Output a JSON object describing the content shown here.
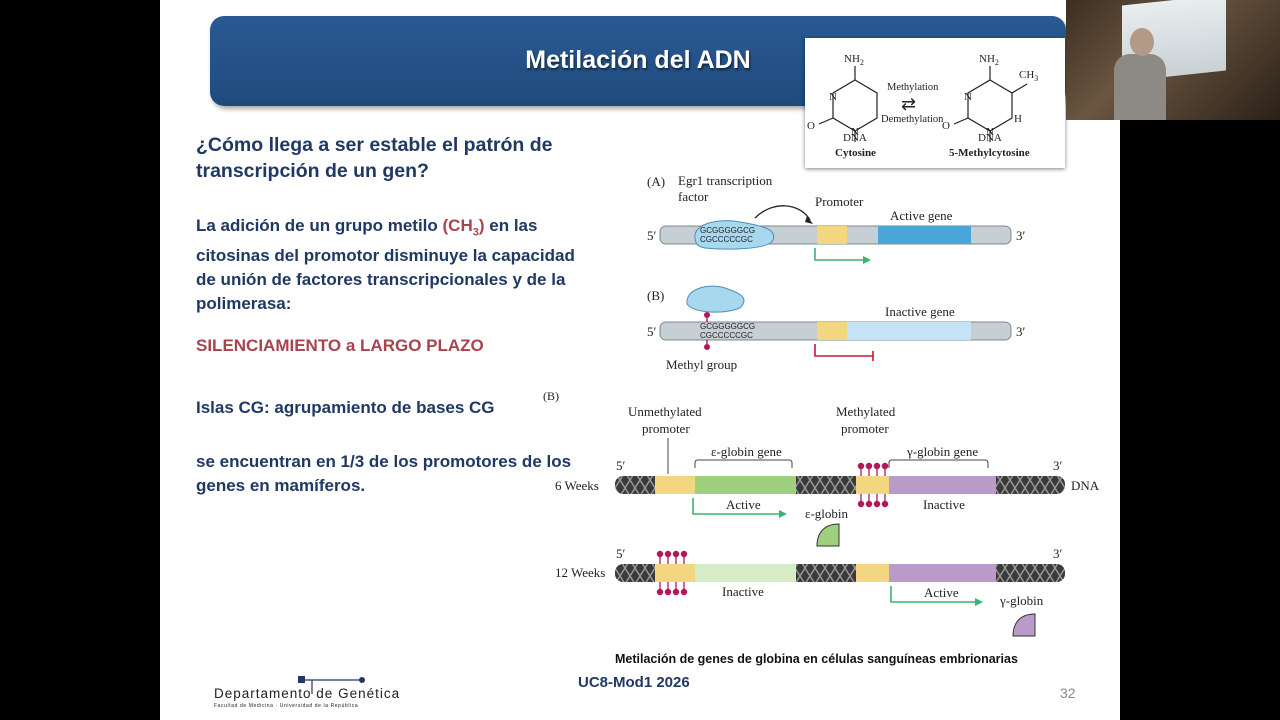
{
  "slide": {
    "title": "Metilación del ADN",
    "question": "¿Cómo llega a ser estable el patrón de transcripción de un gen?",
    "addition_pre": "La adición de un grupo metilo ",
    "ch3": "(CH",
    "ch3_sub": "3",
    "ch3_close": ")",
    "addition_post": " en las citosinas del promotor disminuye la capacidad de unión de factores transcripcionales y de la polimerasa:",
    "silencing": "SILENCIAMIENTO a LARGO PLAZO",
    "islands": "Islas CG: agrupamiento de bases CG",
    "islands_mark": "(B)",
    "found": "se encuentran en 1/3 de los promotores de los genes en mamíferos.",
    "caption": "Metilación de genes de globina en células sanguíneas embrionarias",
    "course": "UC8-Mod1 2026",
    "page_number": "32",
    "department": "Departamento de Genética",
    "department_sub": "Facultad de Medicina · Universidad de la República"
  },
  "chem": {
    "nh2": "NH",
    "nh2_sub": "2",
    "ch3": "CH",
    "ch3_sub": "3",
    "n": "N",
    "o": "O",
    "h": "H",
    "dna": "DNA",
    "methylation": "Methylation",
    "demethylation": "Demethylation",
    "arrows": "⇄",
    "cytosine": "Cytosine",
    "methylcytosine": "5-Methylcytosine"
  },
  "fig_a": {
    "label": "(A)",
    "egr1_line1": "Egr1 transcription",
    "egr1_line2": "factor",
    "promoter": "Promoter",
    "active_gene": "Active gene",
    "five": "5′",
    "three": "3′",
    "cg_top": "GCGGGGGCG",
    "cg_bottom": "CGCCCCCGC"
  },
  "fig_b": {
    "label": "(B)",
    "inactive_gene": "Inactive gene",
    "methyl_group": "Methyl group",
    "five": "5′",
    "three": "3′",
    "cg_top": "GCGGGGGCG",
    "cg_bottom": "CGCCCCCGC"
  },
  "fig_c": {
    "unmethylated_line1": "Unmethylated",
    "unmethylated_line2": "promoter",
    "methylated_line1": "Methylated",
    "methylated_line2": "promoter",
    "epsilon_gene": "ε-globin gene",
    "gamma_gene": "γ-globin gene",
    "six_weeks": "6 Weeks",
    "twelve_weeks": "12 Weeks",
    "dna": "DNA",
    "active": "Active",
    "inactive": "Inactive",
    "epsilon_globin": "ε-globin",
    "gamma_globin": "γ-globin",
    "five": "5′",
    "three": "3′"
  },
  "colors": {
    "banner": "#1f4a7d",
    "text_navy": "#1f3864",
    "accent_red": "#a8434f",
    "promoter_yellow": "#f2d680",
    "active_blue": "#49a6d6",
    "epsilon_green": "#9fd07e",
    "gamma_purple": "#b89bc8",
    "methyl_magenta": "#b0185a"
  }
}
